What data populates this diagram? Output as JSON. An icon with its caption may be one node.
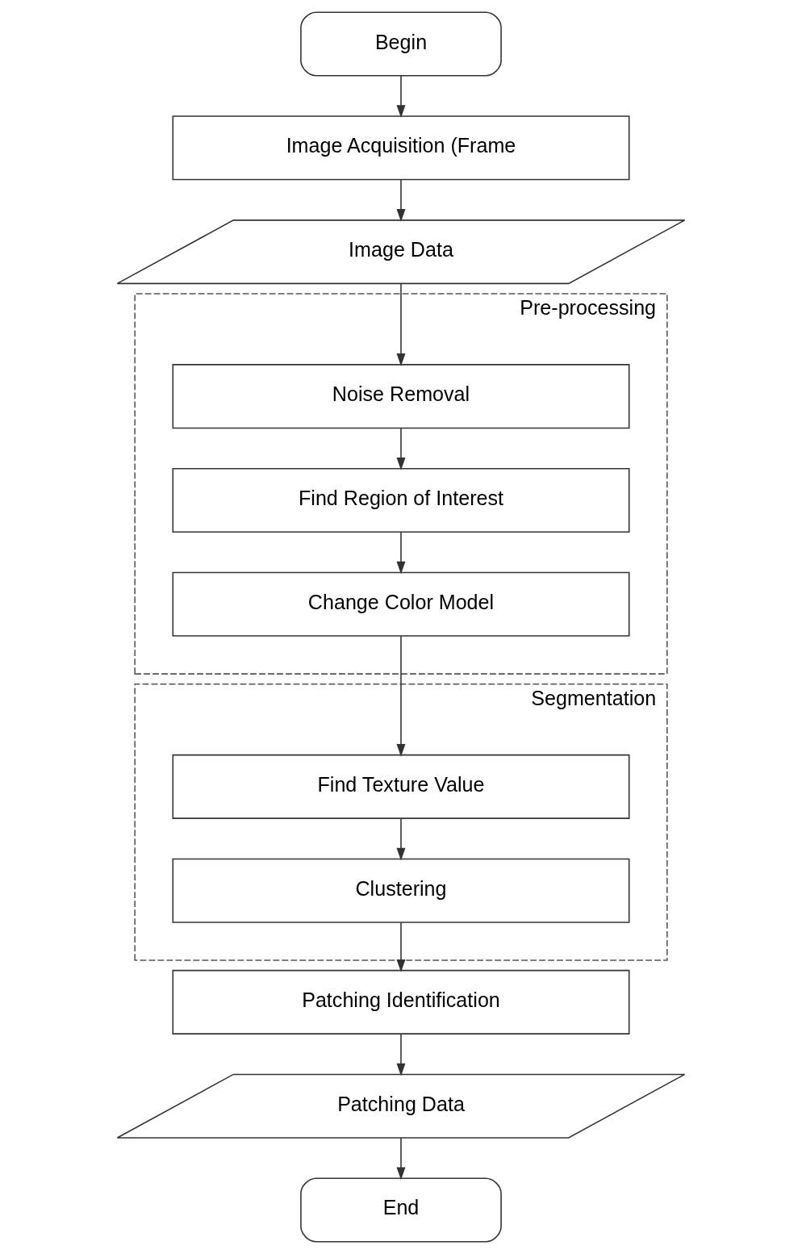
{
  "diagram": {
    "nodes": [
      {
        "text": [
          "Begin"
        ]
      },
      {
        "text": [
          "Image Acquisition (Frame"
        ]
      },
      {
        "text": [
          "Image Data"
        ]
      },
      {
        "text": [
          "Pre-processing"
        ]
      },
      {
        "text": [
          "Noise Removal"
        ],
        "in": 3
      },
      {
        "text": [
          "Find Region of Interest"
        ],
        "in": 3
      },
      {
        "text": [
          "Change Color Model"
        ],
        "in": 3
      },
      {
        "text": [
          "Segmentation"
        ]
      },
      {
        "text": [
          "Find Texture Value"
        ],
        "in": 7
      },
      {
        "text": [
          "Clustering"
        ],
        "in": 7
      },
      {
        "text": [
          "Patching Identification"
        ]
      },
      {
        "text": [
          "Patching Data"
        ]
      },
      {
        "text": [
          "End"
        ]
      }
    ],
    "edges": [
      {
        "from": 0,
        "to": 1,
        "arrow": "to"
      },
      {
        "from": 1,
        "to": 2,
        "arrow": "to"
      },
      {
        "from": 2,
        "to": 4,
        "arrow": "to"
      },
      {
        "from": 4,
        "to": 5,
        "arrow": "to"
      },
      {
        "from": 5,
        "to": 6,
        "arrow": "to"
      },
      {
        "from": 6,
        "to": 8,
        "arrow": "to"
      },
      {
        "from": 8,
        "to": 9,
        "arrow": "to"
      },
      {
        "from": 9,
        "to": 10,
        "arrow": "to"
      },
      {
        "from": 10,
        "to": 11,
        "arrow": "to"
      },
      {
        "from": 11,
        "to": 12,
        "arrow": "to"
      }
    ]
  }
}
